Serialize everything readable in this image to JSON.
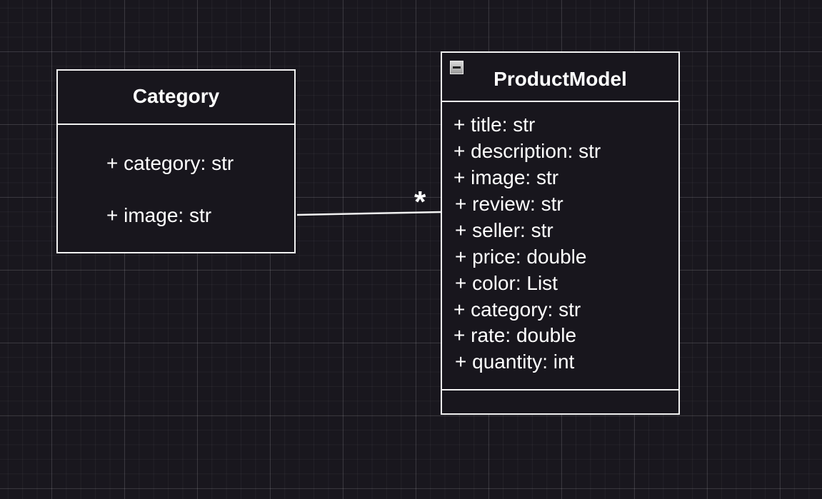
{
  "diagram": {
    "classes": {
      "category": {
        "name": "Category",
        "attributes": [
          "+ category: str",
          "+ image: str"
        ]
      },
      "product": {
        "name": "ProductModel",
        "attributes": [
          "+ title: str",
          "+ description: str",
          "+ image: str",
          "+ review: str",
          "+ seller: str",
          "+ price: double",
          "+ color: List",
          "+ category: str",
          "+ rate: double",
          "+ quantity: int"
        ]
      }
    },
    "association": {
      "from": "Category",
      "to": "ProductModel",
      "multiplicity_target": "*"
    }
  }
}
